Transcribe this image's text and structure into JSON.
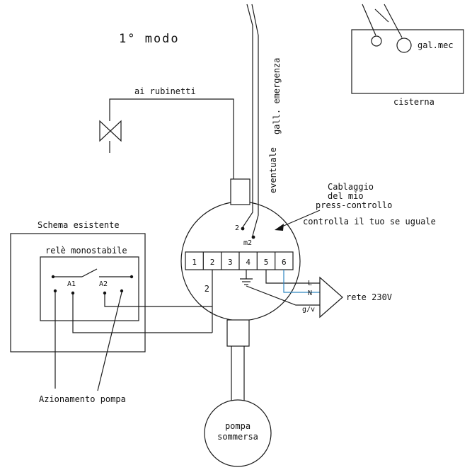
{
  "title": "1° modo",
  "colors": {
    "ink": "#1a1a1a",
    "neutral_blue": "#2e86c1"
  },
  "labels": {
    "ai_rubinetti": "ai rubinetti",
    "cisterna": "cisterna",
    "gal_mec": "gal.mec",
    "gall_emergenza": "gall. emergenza",
    "eventuale": "eventuale",
    "cablaggio_1": "Cablaggio",
    "cablaggio_2": "del mio",
    "cablaggio_3": "press-controllo",
    "controlla": "controlla il tuo se uguale",
    "schema_esistente": "Schema esistente",
    "rele_monostabile": "relè monostabile",
    "a1": "A1",
    "a2": "A2",
    "azionamento_pompa": "Azionamento pompa",
    "term2_top": "2",
    "term_m2": "m2",
    "term2_bottom": "2",
    "line_l": "L",
    "line_n": "N",
    "line_gv": "g/v",
    "rete_230v": "rete 230V",
    "pompa_1": "pompa",
    "pompa_2": "sommersa"
  },
  "terminals": [
    "1",
    "2",
    "3",
    "4",
    "5",
    "6"
  ]
}
